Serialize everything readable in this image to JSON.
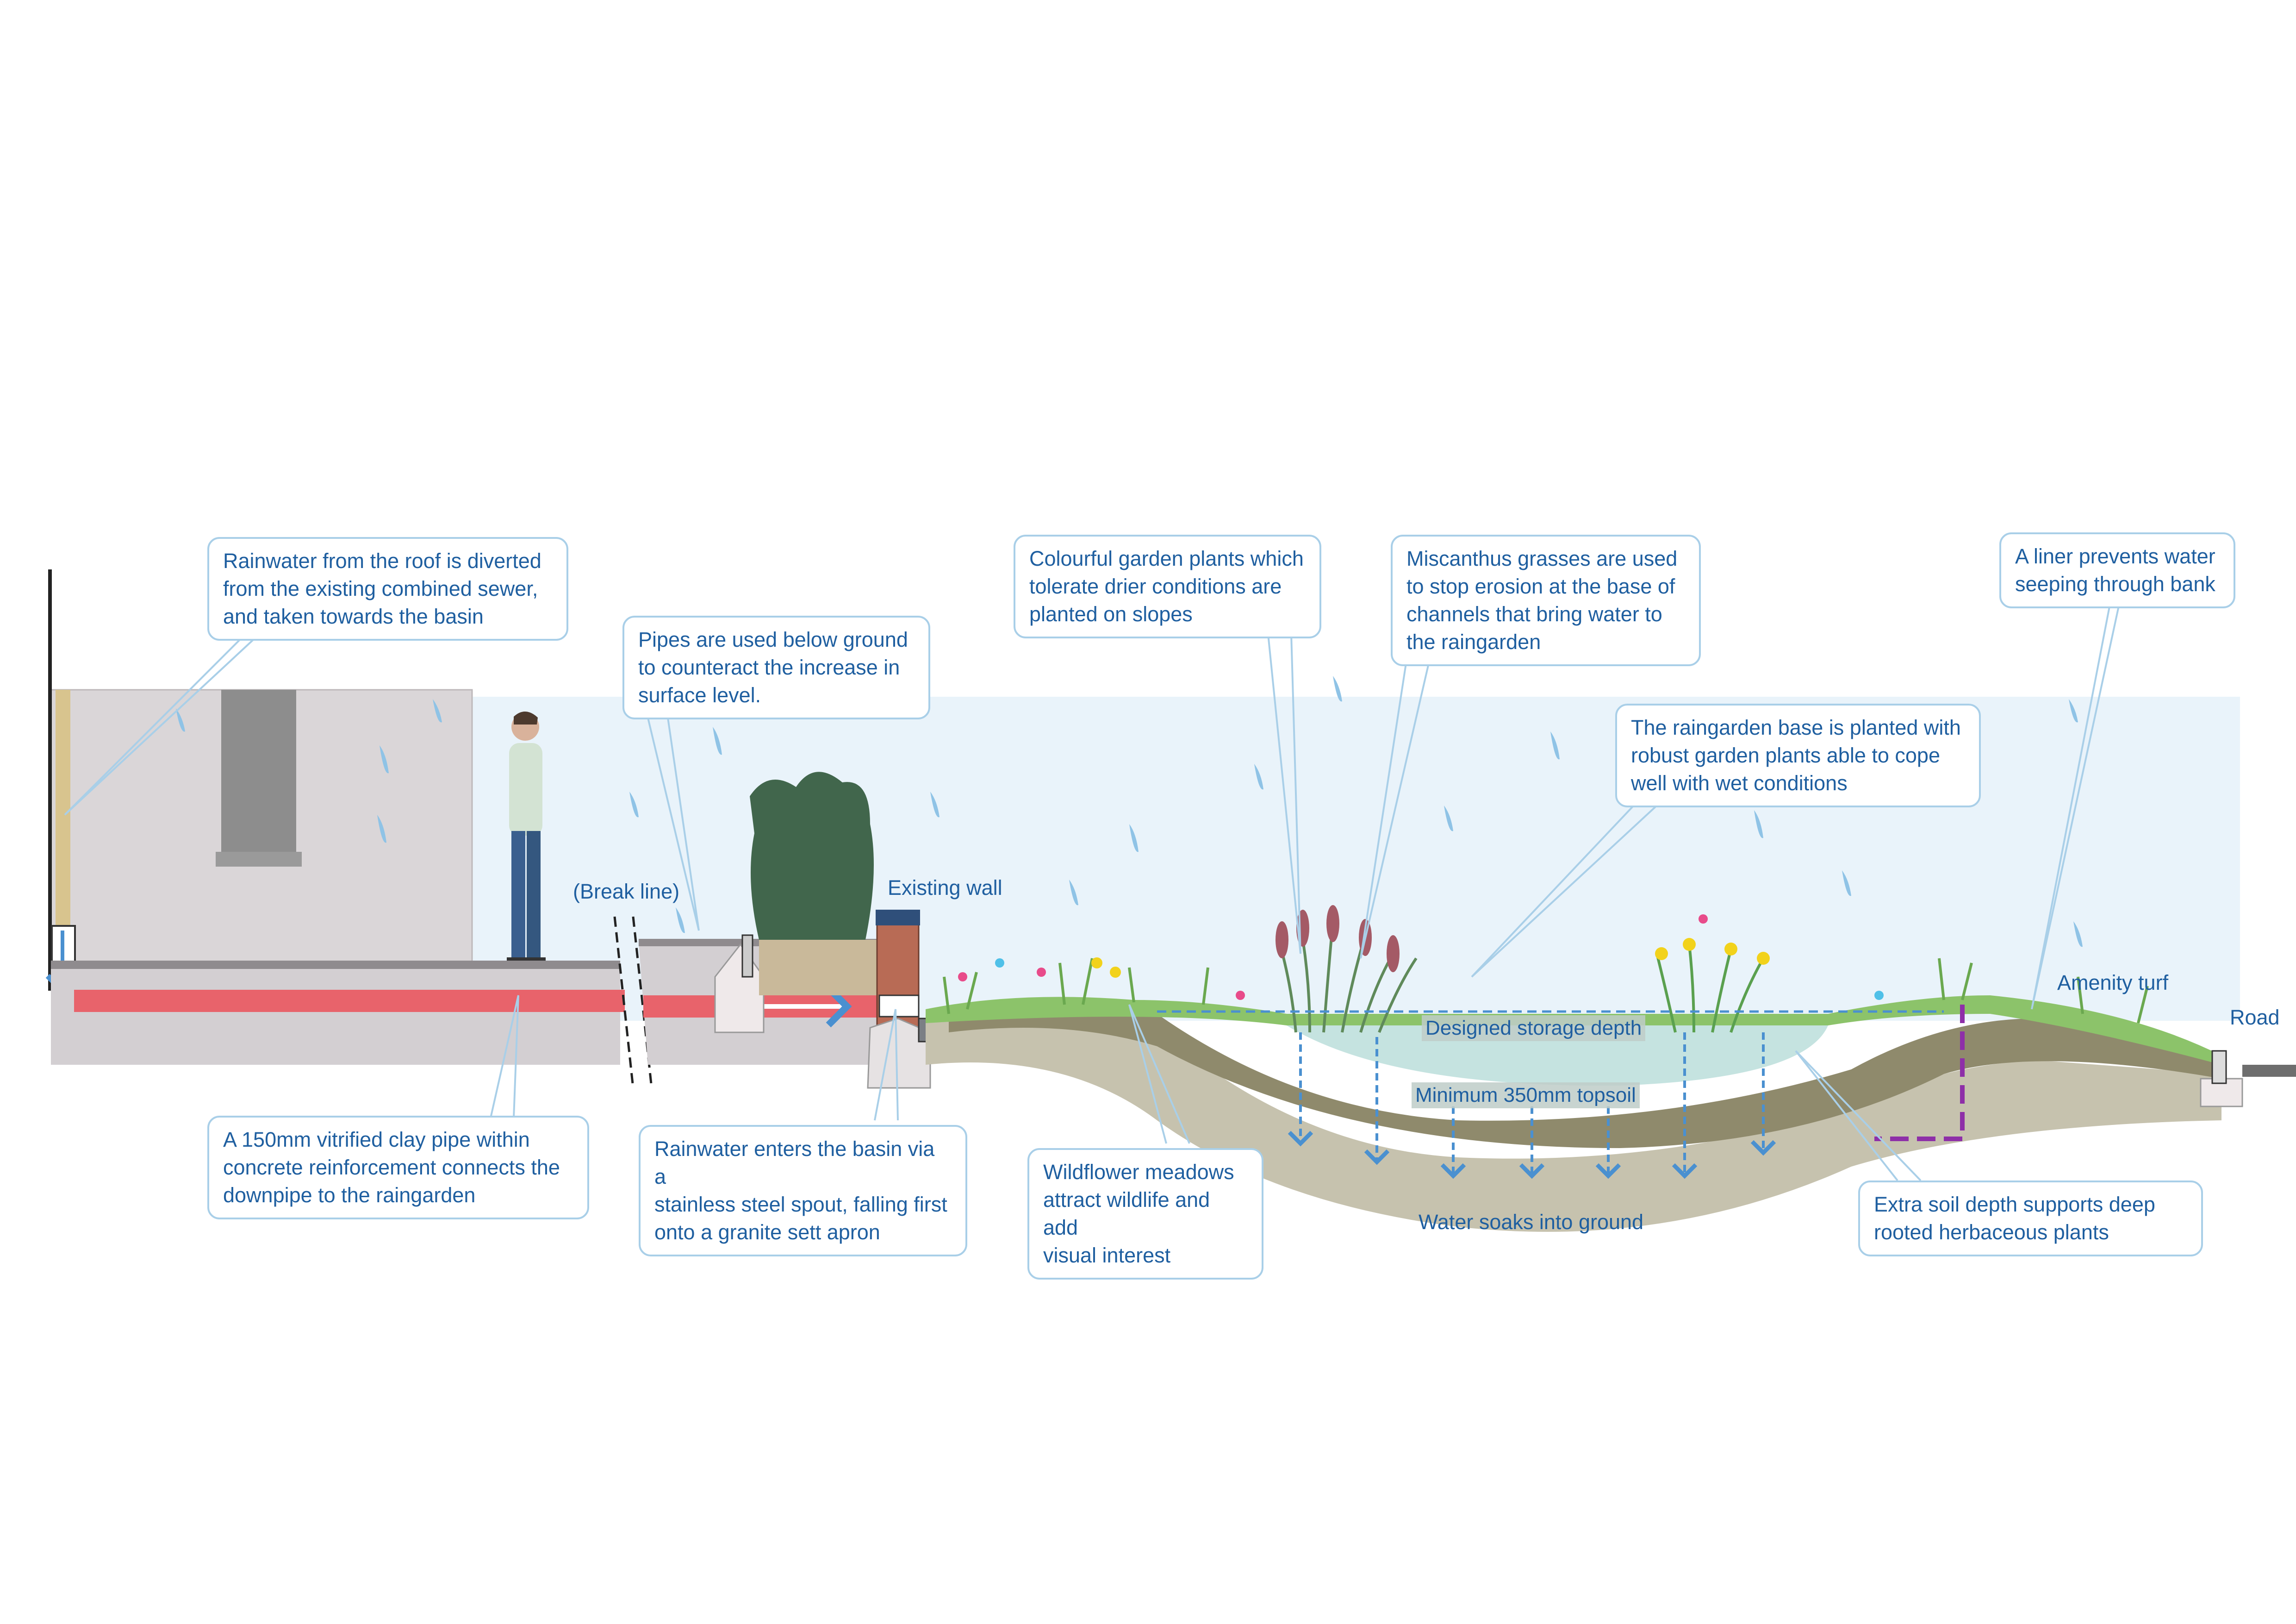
{
  "callouts": {
    "roof": "Rainwater from the roof is diverted\nfrom the existing combined sewer,\nand taken towards the basin",
    "pipes": "Pipes are used below ground\nto counteract the increase in\nsurface level.",
    "colourful": "Colourful garden plants which\ntolerate drier conditions are\nplanted on slopes",
    "miscanthus": "Miscanthus grasses are used\nto stop erosion at the base of\nchannels that bring water to\nthe raingarden",
    "liner": "A liner prevents water\nseeping through bank",
    "base": "The raingarden base is planted with\nrobust garden plants able to cope\nwell with wet conditions",
    "clay_pipe": "A 150mm vitrified clay pipe within\nconcrete reinforcement connects the\ndownpipe to the raingarden",
    "spout": "Rainwater enters the basin via a\nstainless steel spout, falling first\nonto a granite sett apron",
    "wildflower": "Wildflower meadows\nattract wildlife and add\nvisual interest",
    "extra_soil": "Extra soil depth supports deep\nrooted herbaceous plants"
  },
  "labels": {
    "break_line": "(Break line)",
    "existing_wall": "Existing wall",
    "amenity_turf": "Amenity turf",
    "road": "Road",
    "designed_storage": "Designed storage depth",
    "topsoil": "Minimum 350mm topsoil",
    "soaks": "Water soaks into ground"
  },
  "colors": {
    "sky": "#e9f3fa",
    "pipe": "#e8636b",
    "text": "#1f5fa0",
    "callout_border": "#a9cfe8",
    "liner": "#8e2fa8",
    "wall": "#d8d3d5",
    "soil": "#8f8a6c",
    "subsoil": "#c6c2ae"
  }
}
